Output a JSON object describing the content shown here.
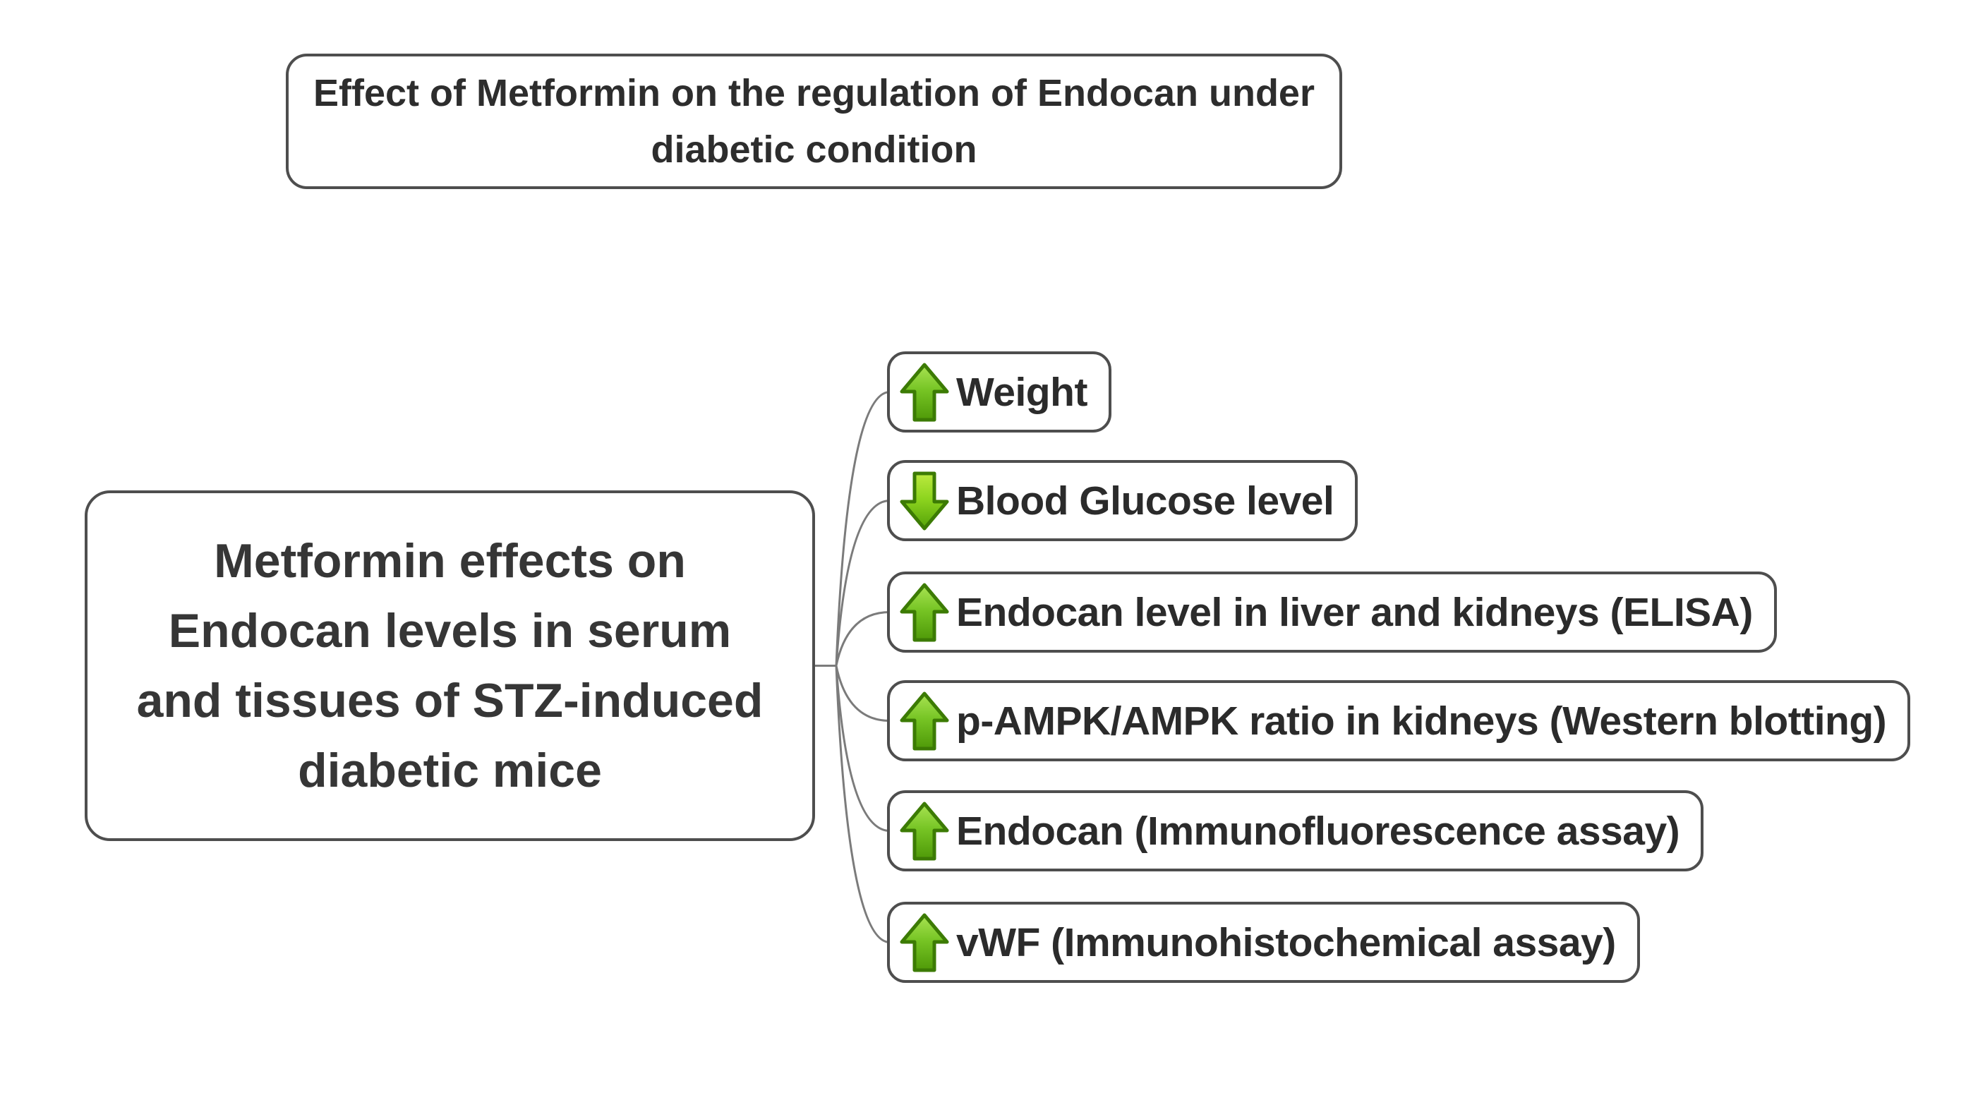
{
  "header": {
    "title": "Effect of Metformin on the regulation of Endocan under diabetic condition"
  },
  "main_node": {
    "label": "Metformin effects on Endocan levels in serum and tissues of STZ-induced diabetic mice"
  },
  "findings": [
    {
      "direction": "up",
      "label": "Weight"
    },
    {
      "direction": "down",
      "label": "Blood Glucose level"
    },
    {
      "direction": "up",
      "label": "Endocan level in liver and kidneys (ELISA)"
    },
    {
      "direction": "up",
      "label": "p-AMPK/AMPK ratio in kidneys (Western blotting)"
    },
    {
      "direction": "up",
      "label": "Endocan (Immunofluorescence assay)"
    },
    {
      "direction": "up",
      "label": "vWF (Immunohistochemical assay)"
    }
  ],
  "colors": {
    "background": "#ffffff",
    "box_border": "#4e4e4e",
    "connector": "#7b7b7b",
    "title_text": "#2d2d2d",
    "node_text": "#363636",
    "finding_text": "#2b2b2b",
    "arrow_outline": "#3c7b04",
    "arrow_up_top": "#a9e353",
    "arrow_up_mid": "#77c525",
    "arrow_up_bottom": "#4f9a08",
    "arrow_down_top": "#bce93f",
    "arrow_down_mid": "#8ed51f",
    "arrow_down_bottom": "#55a309"
  }
}
